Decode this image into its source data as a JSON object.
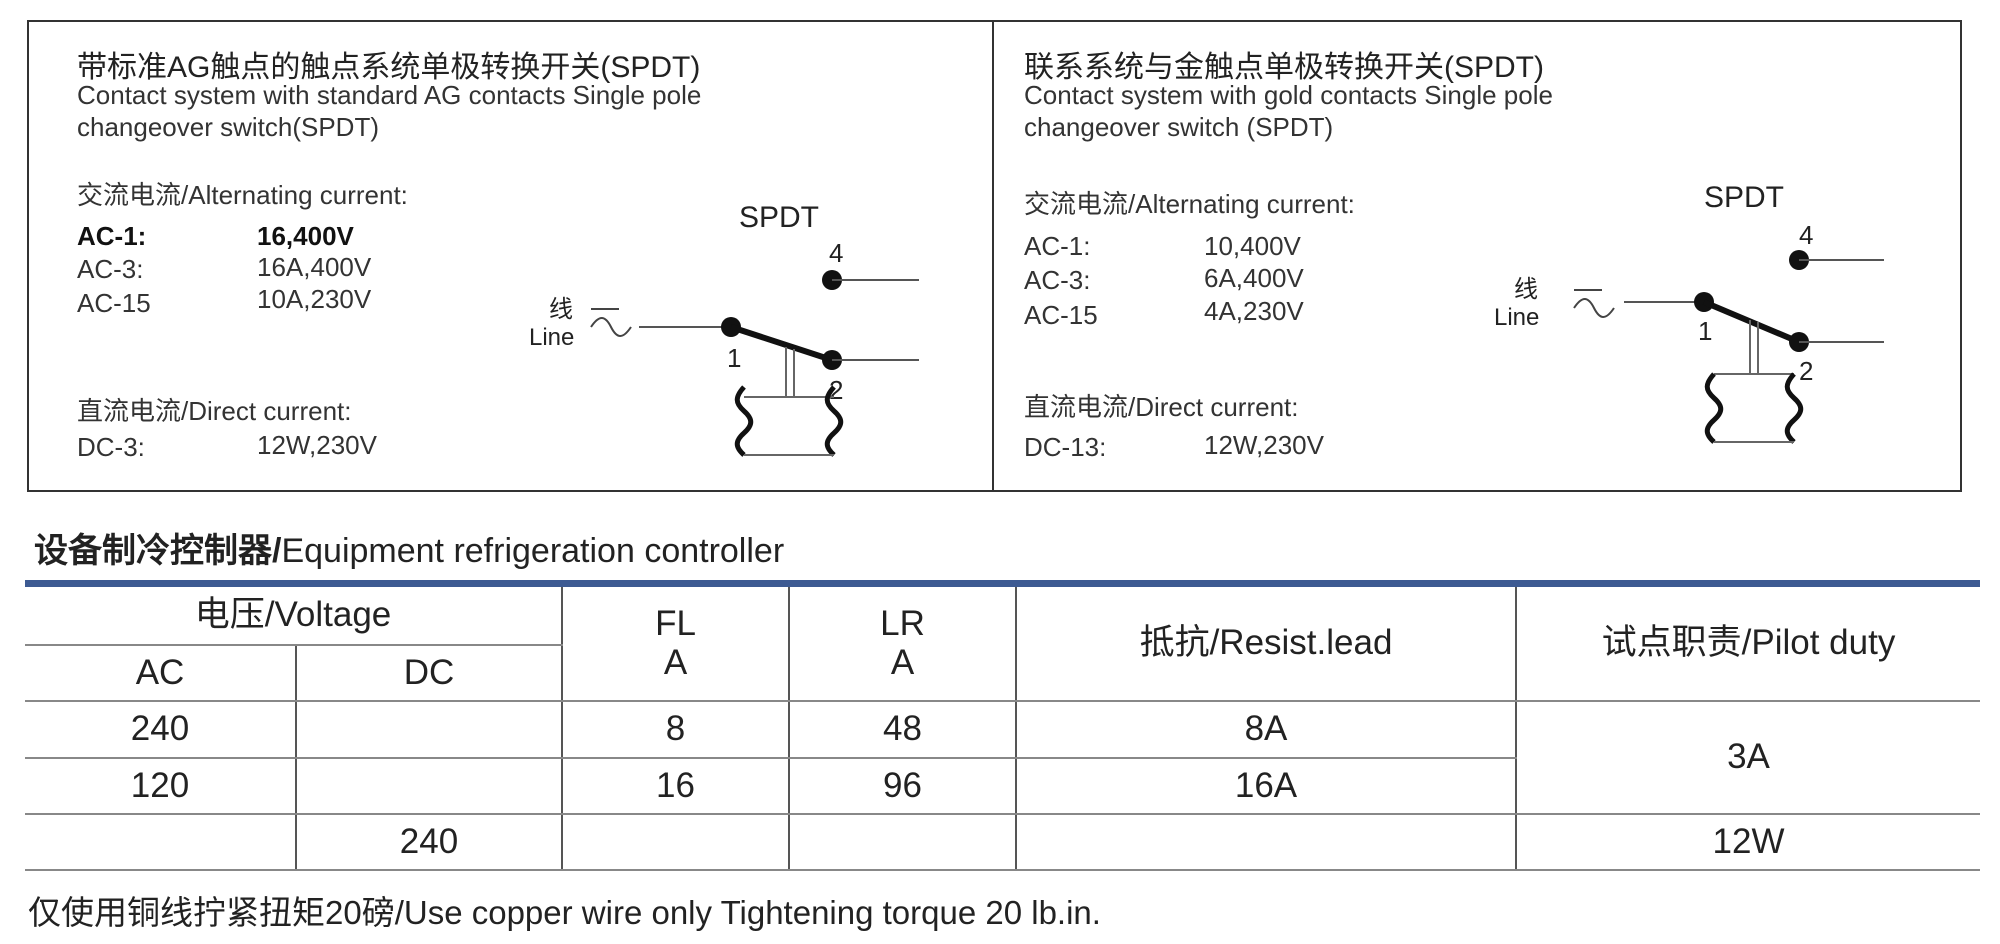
{
  "left_panel": {
    "title_cn": "带标准AG触点的触点系统单极转换开关(SPDT)",
    "title_en_1": "Contact system with standard AG contacts Single pole",
    "title_en_2": "changeover switch(SPDT)",
    "ac_heading": "交流电流/Alternating current:",
    "ac_rows": [
      {
        "label": "AC-1:",
        "value": "16,400V"
      },
      {
        "label": "AC-3:",
        "value": "16A,400V"
      },
      {
        "label": "AC-15",
        "value": "10A,230V"
      }
    ],
    "dc_heading": "直流电流/Direct current:",
    "dc_rows": [
      {
        "label": "DC-3:",
        "value": "12W,230V"
      }
    ],
    "diagram": {
      "title": "SPDT",
      "line_cn": "线",
      "line_en": "Line",
      "pin4": "4",
      "pin1": "1",
      "pin2": "2"
    }
  },
  "right_panel": {
    "title_cn": "联系系统与金触点单极转换开关(SPDT)",
    "title_en_1": "Contact system with gold contacts Single pole",
    "title_en_2": "changeover switch (SPDT)",
    "ac_heading": "交流电流/Alternating current:",
    "ac_rows": [
      {
        "label": "AC-1:",
        "value": "10,400V"
      },
      {
        "label": "AC-3:",
        "value": "6A,400V"
      },
      {
        "label": "AC-15",
        "value": "4A,230V"
      }
    ],
    "dc_heading": "直流电流/Direct current:",
    "dc_rows": [
      {
        "label": "DC-13:",
        "value": "12W,230V"
      }
    ],
    "diagram": {
      "title": "SPDT",
      "line_cn": "线",
      "line_en": "Line",
      "pin4": "4",
      "pin1": "1",
      "pin2": "2"
    }
  },
  "section": {
    "title_cn": "设备制冷控制器/",
    "title_en": "Equipment refrigeration controller"
  },
  "table": {
    "h_voltage": "电压/Voltage",
    "h_ac": "AC",
    "h_dc": "DC",
    "h_fl_1": "FL",
    "h_fl_2": "A",
    "h_lr_1": "LR",
    "h_lr_2": "A",
    "h_resist": "抵抗/Resist.lead",
    "h_pilot": "试点职责/Pilot duty",
    "rows": [
      {
        "ac": "240",
        "dc": "",
        "fl": "8",
        "lr": "48",
        "resist": "8A"
      },
      {
        "ac": "120",
        "dc": "",
        "fl": "16",
        "lr": "96",
        "resist": "16A"
      },
      {
        "ac": "",
        "dc": "240",
        "fl": "",
        "lr": "",
        "resist": ""
      }
    ],
    "pilot_merged": "3A",
    "pilot_last": "12W"
  },
  "footnote": "仅使用铜线拧紧扭矩20磅/Use copper wire only Tightening torque 20 lb.in."
}
